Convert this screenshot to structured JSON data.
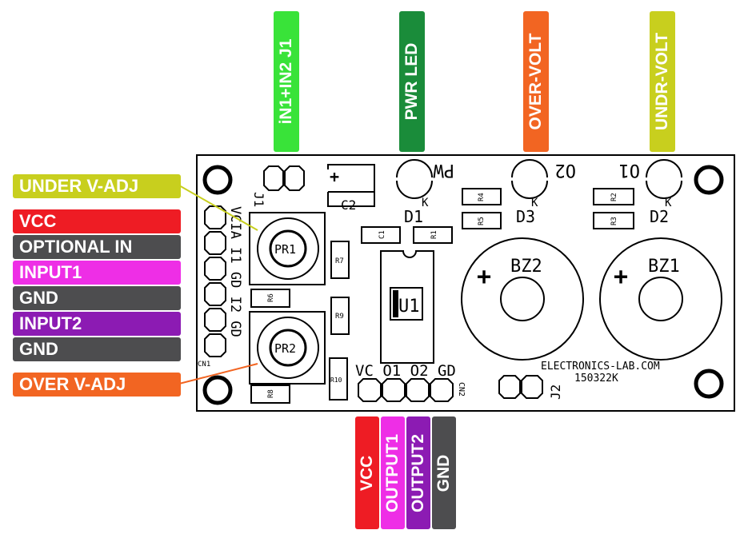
{
  "colors": {
    "yellow": "#c8cf1e",
    "red": "#ee1c24",
    "gray": "#4d4d4f",
    "magenta": "#ee2ee6",
    "purple": "#8c1bb3",
    "orange": "#f26522",
    "green": "#39e339",
    "darkgreen": "#1a8c3a"
  },
  "left_labels": {
    "under_v_adj": "UNDER V-ADJ",
    "vcc": "VCC",
    "optional_in": "OPTIONAL IN",
    "input1": "INPUT1",
    "gnd1": "GND",
    "input2": "INPUT2",
    "gnd2": "GND",
    "over_v_adj": "OVER V-ADJ"
  },
  "top_labels": {
    "in1_in2_j1": "iN1+IN2 J1",
    "pwr_led": "PWR LED",
    "over_volt": "OVER-VOLT",
    "undr_volt": "UNDR-VOLT"
  },
  "bottom_labels": {
    "vcc": "VCC",
    "output1": "OUTPUT1",
    "output2": "OUTPUT2",
    "gnd": "GND"
  },
  "board": {
    "j1": "J1",
    "c2": "C2",
    "c2_plus": "+",
    "pw": "PW",
    "o2": "O2",
    "o1": "O1",
    "d1": "D1",
    "d3": "D3",
    "d2": "D2",
    "k": "K",
    "r1": "R1",
    "r2": "R2",
    "r3": "R3",
    "r4": "R4",
    "r5": "R5",
    "r6": "R6",
    "r7": "R7",
    "r8": "R8",
    "r9": "R9",
    "r10": "R10",
    "c1": "C1",
    "u1": "U1",
    "pr1": "PR1",
    "pr2": "PR2",
    "bz1": "BZ1",
    "bz2": "BZ2",
    "bz_plus": "+",
    "cn1": "CN1",
    "cn2": "CN2",
    "cn1_pins": "VCIA I1 GD I2 GD",
    "cn2_pins": "VC O1 O2 GD",
    "j2": "J2",
    "site": "ELECTRONICS-LAB.COM",
    "code": "150322K"
  }
}
